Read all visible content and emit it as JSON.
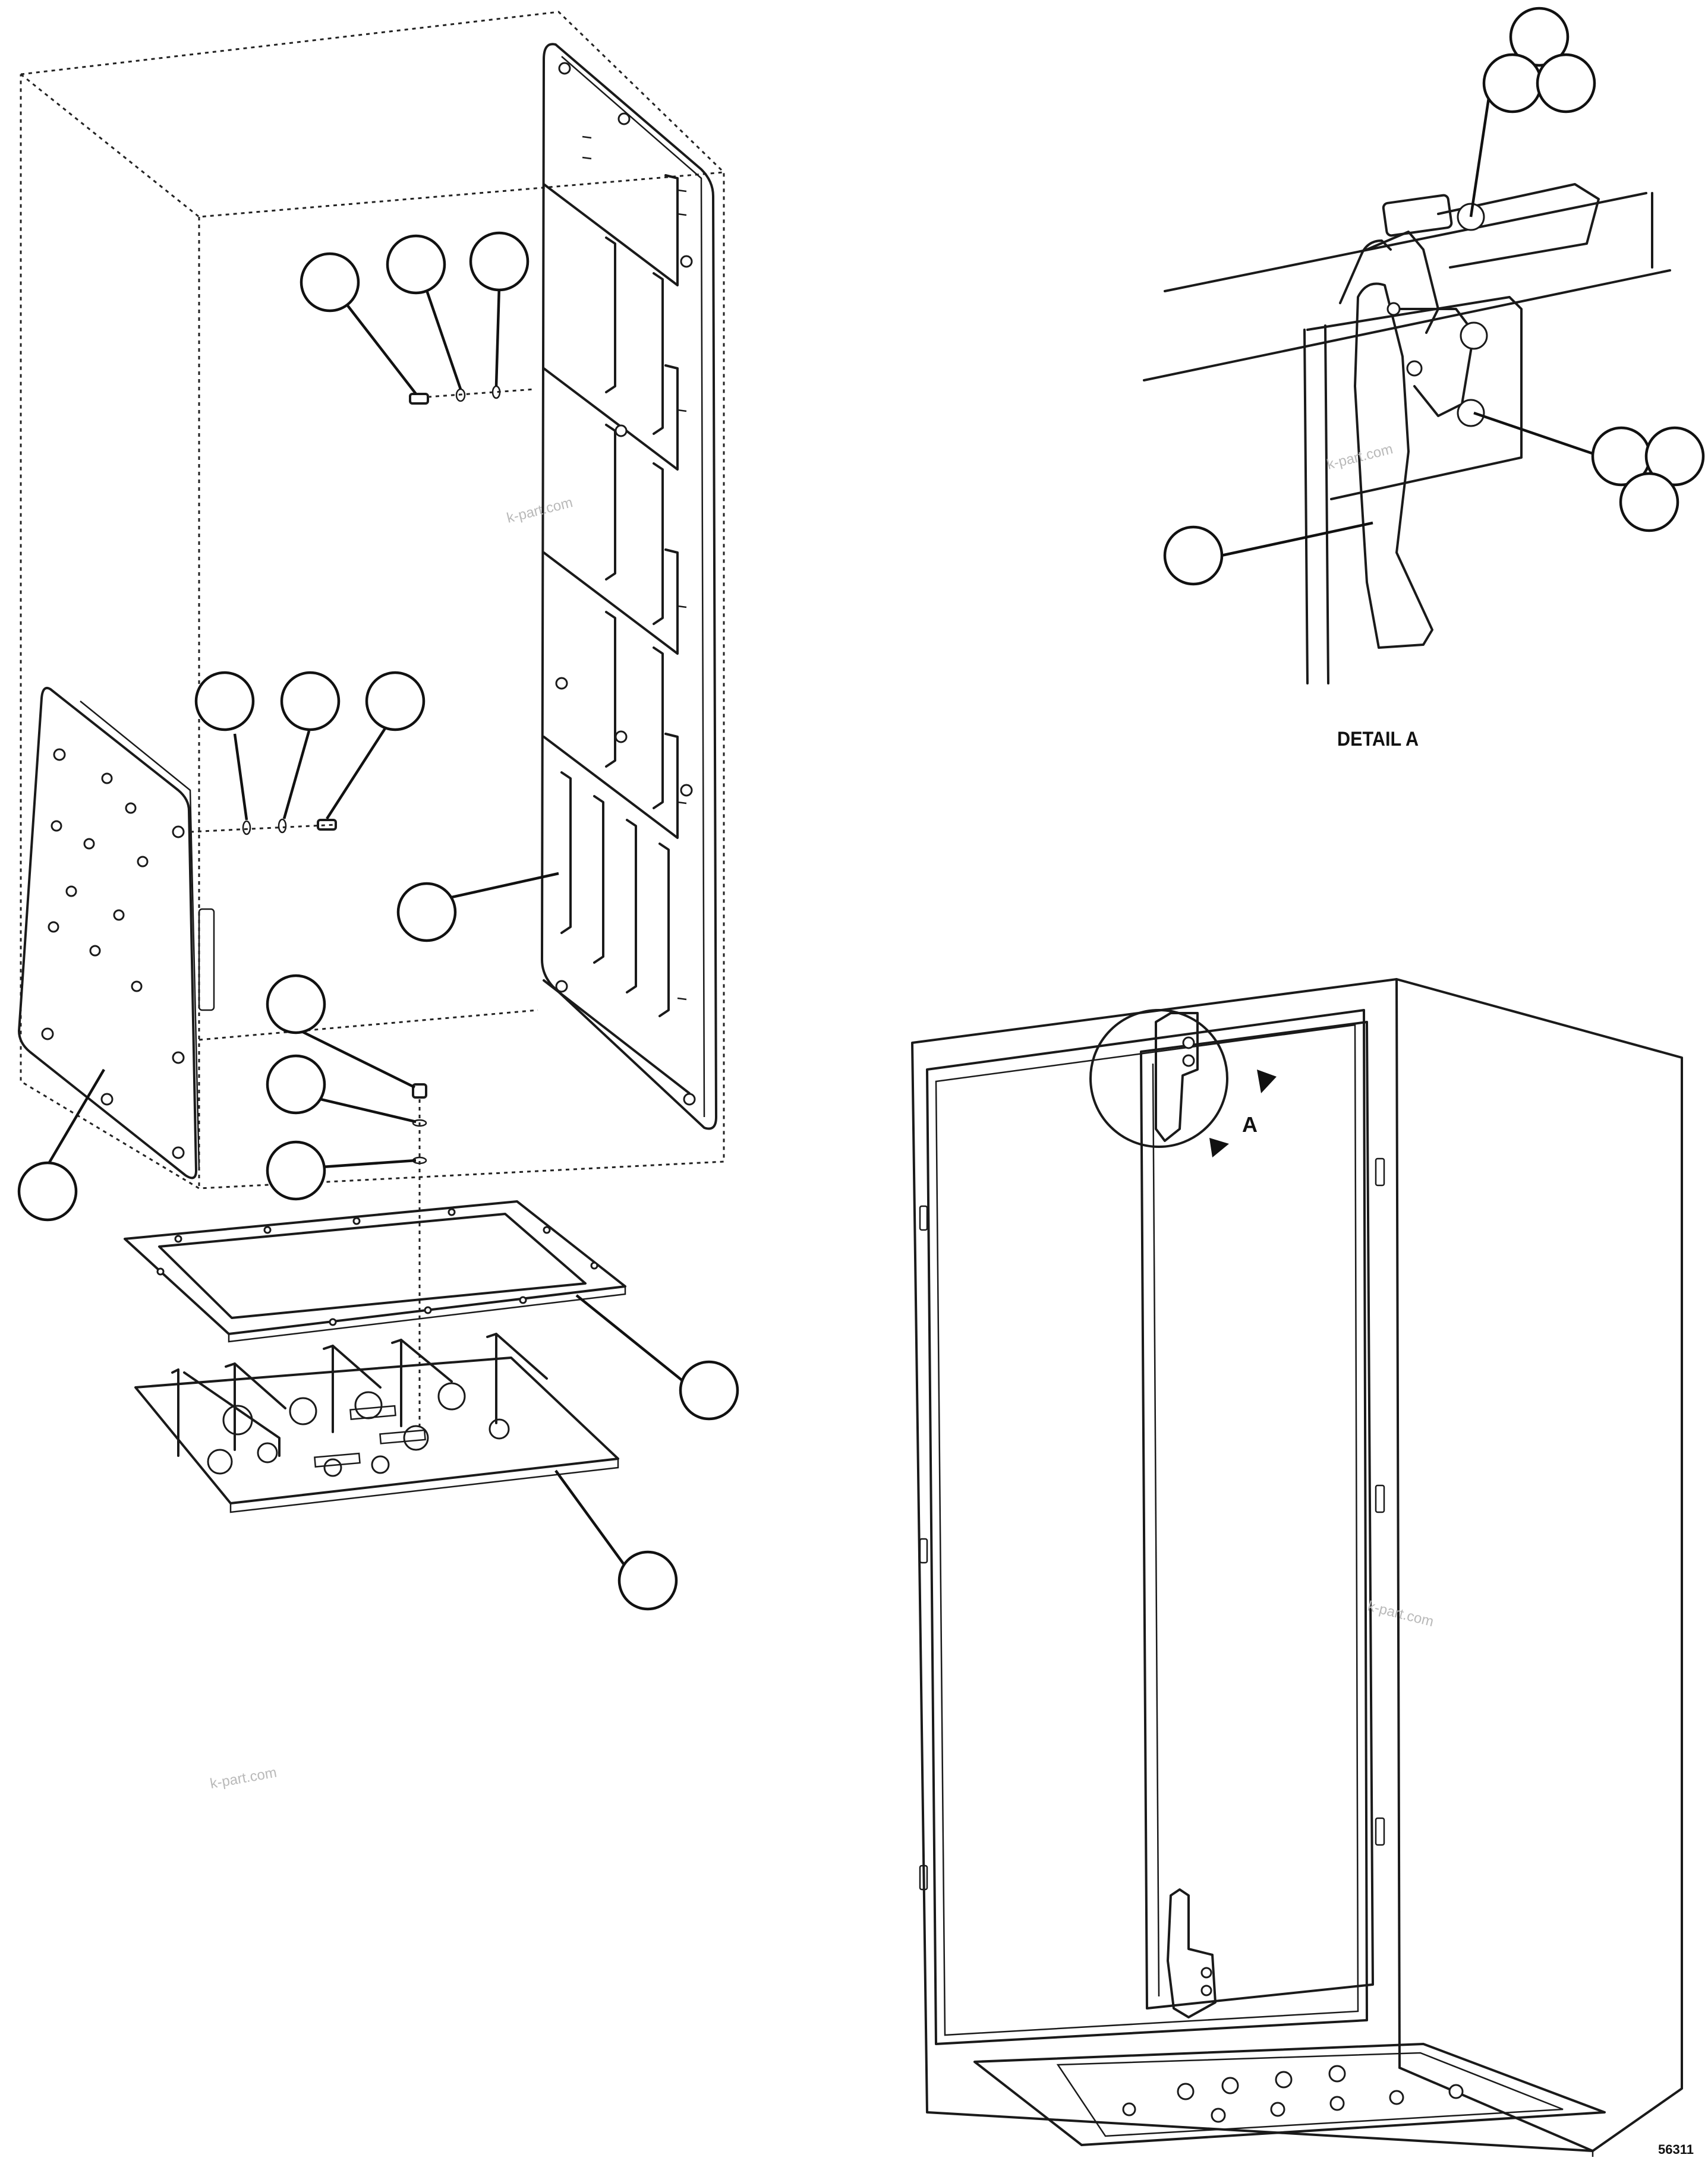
{
  "detail_label": "DETAIL A",
  "view_marker": "A",
  "drawing_number": "56311",
  "watermarks": [
    "k-part.com",
    "k-part.com",
    "k-part.com",
    "k-part.com"
  ]
}
